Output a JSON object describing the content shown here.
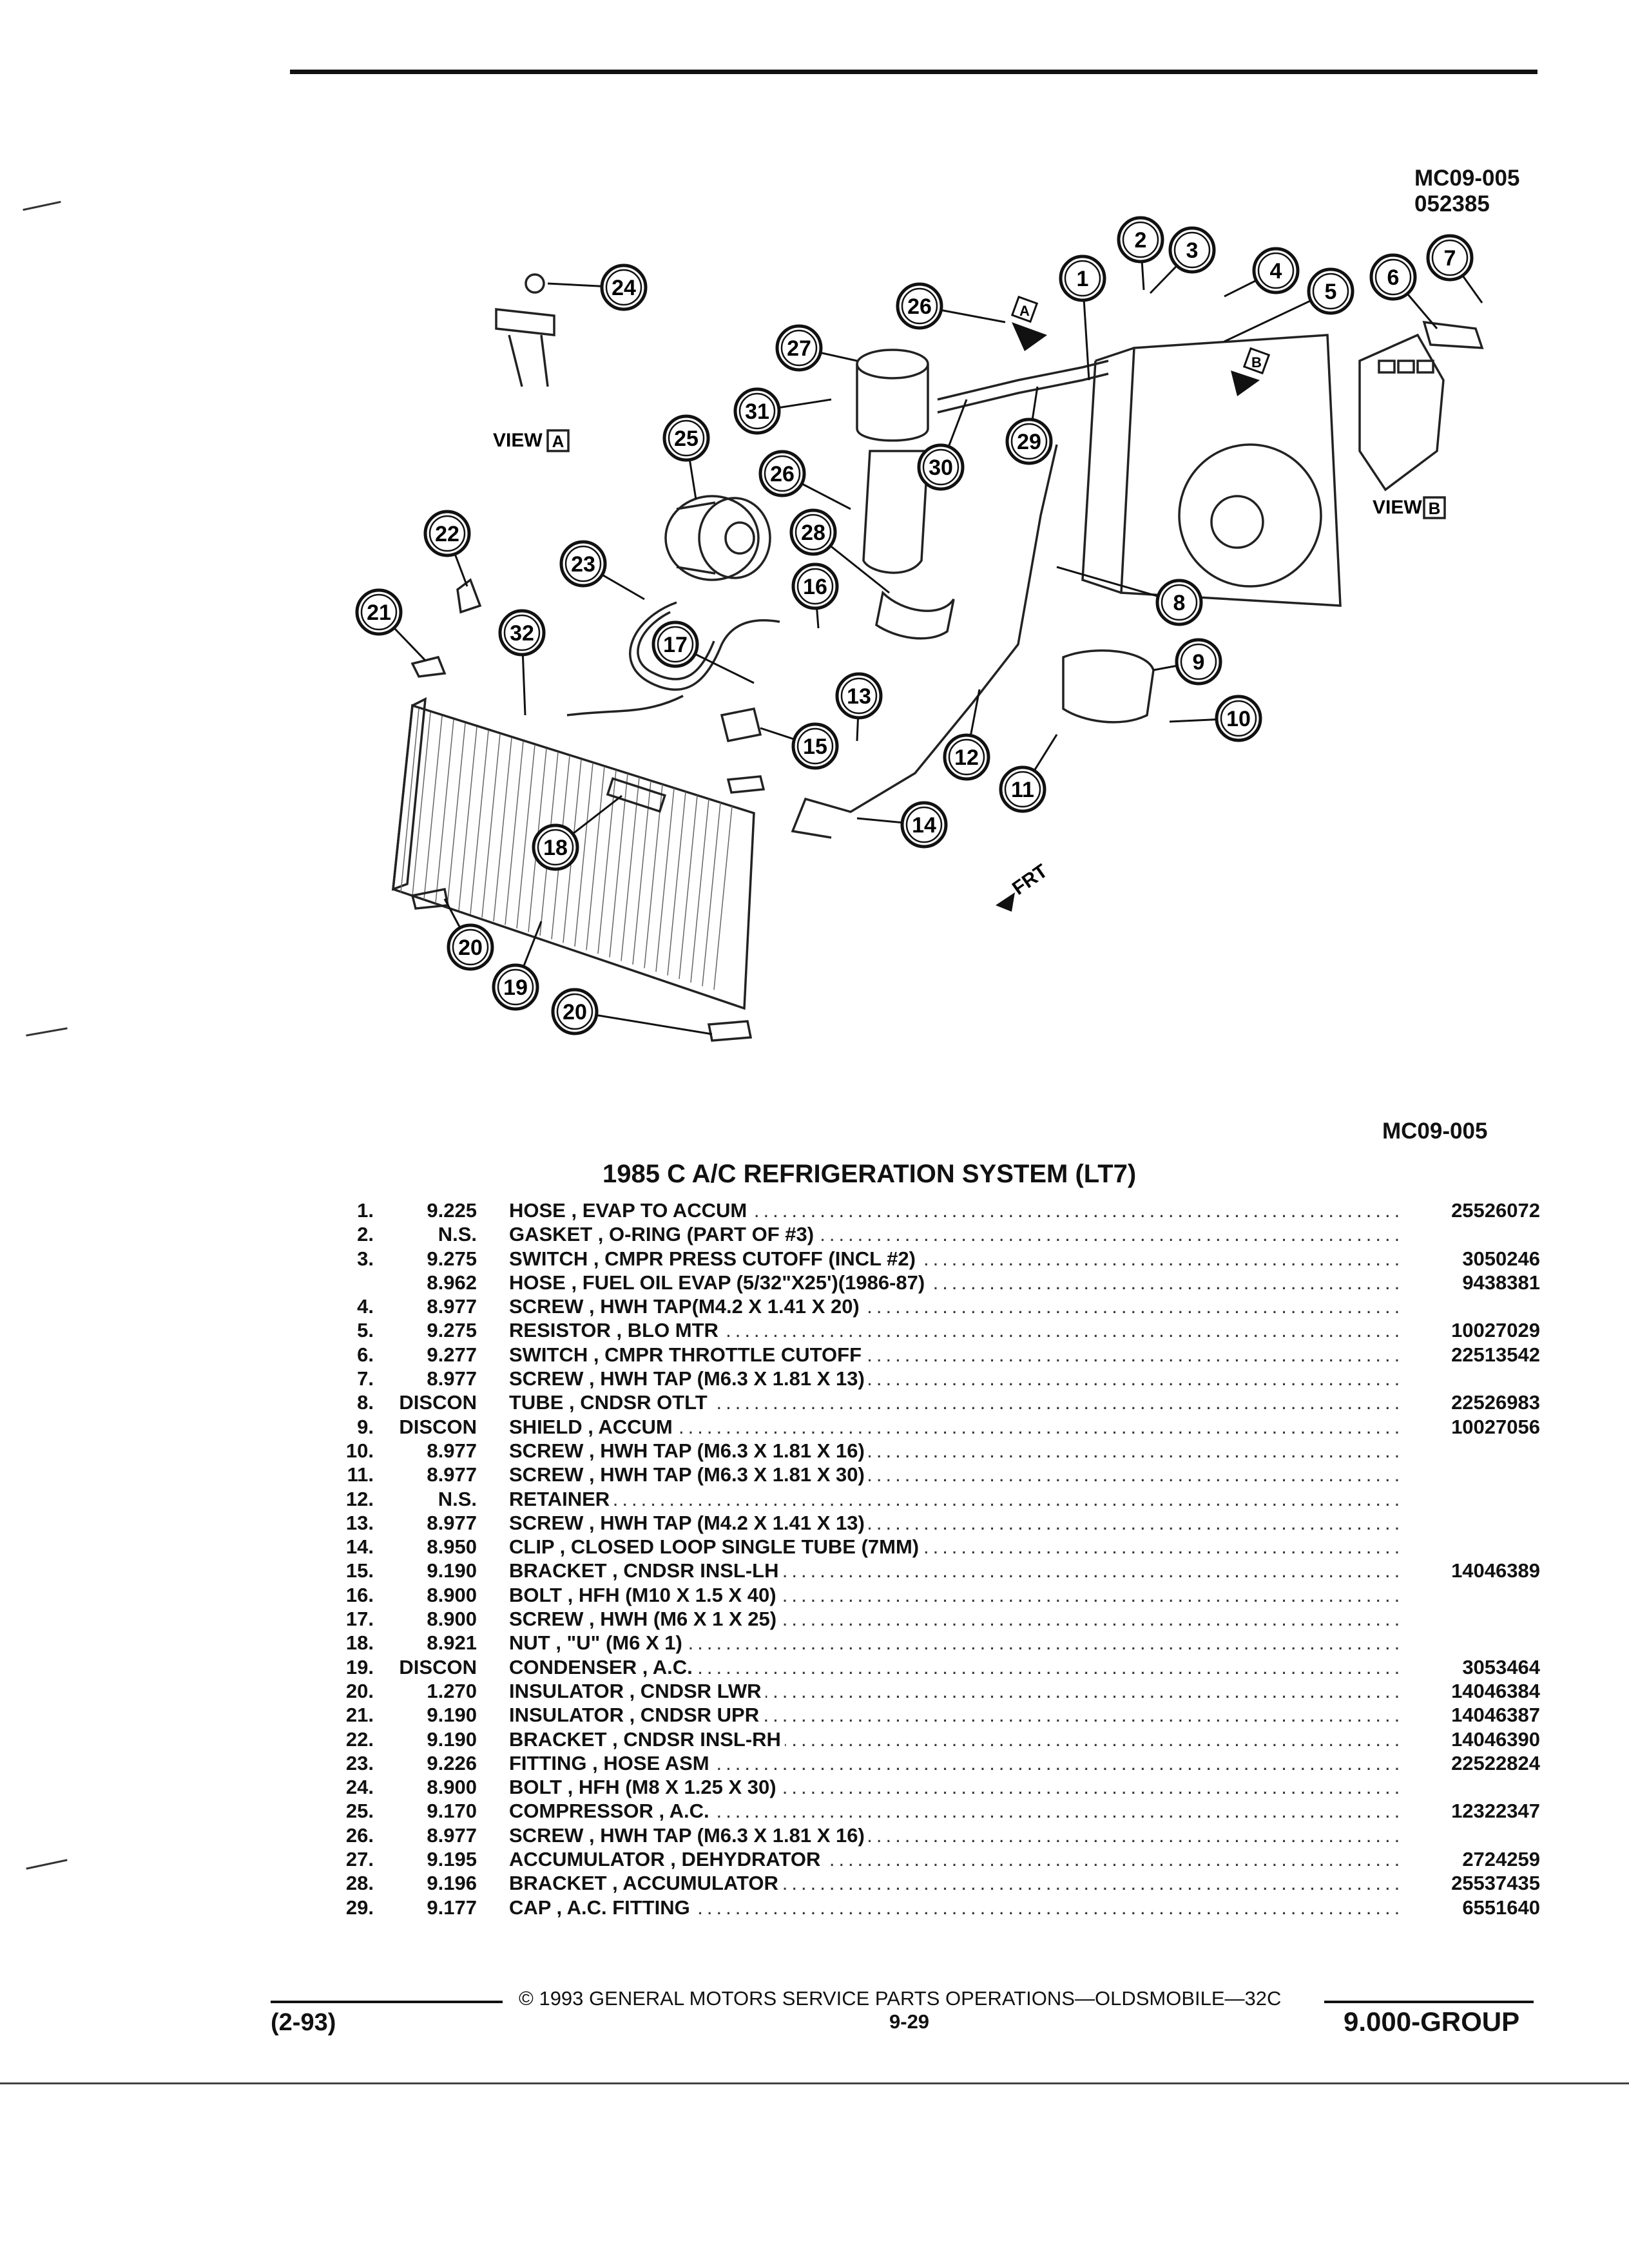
{
  "header": {
    "ref_code_top": "MC09-005",
    "ref_date": "052385",
    "ref_code_bottom": "MC09-005"
  },
  "diagram": {
    "view_a_label": "VIEW",
    "view_a_letter": "A",
    "view_b_label": "VIEW",
    "view_b_letter": "B",
    "front_label": "FRT",
    "arrow_a_letter": "A",
    "arrow_b_letter": "B"
  },
  "section_title": "1985 C A/C REFRIGERATION SYSTEM (LT7)",
  "parts": [
    {
      "num": "1.",
      "group": "9.225",
      "desc": "HOSE , EVAP TO ACCUM",
      "part_no": "25526072"
    },
    {
      "num": "2.",
      "group": "N.S.",
      "desc": "GASKET , O-RING (PART OF #3)",
      "part_no": ""
    },
    {
      "num": "3.",
      "group": "9.275",
      "desc": "SWITCH , CMPR PRESS CUTOFF (INCL #2)",
      "part_no": "3050246"
    },
    {
      "num": "",
      "group": "8.962",
      "desc": "HOSE , FUEL OIL EVAP (5/32\"X25')(1986-87)",
      "part_no": "9438381"
    },
    {
      "num": "4.",
      "group": "8.977",
      "desc": "SCREW , HWH TAP(M4.2 X 1.41 X 20)",
      "part_no": ""
    },
    {
      "num": "5.",
      "group": "9.275",
      "desc": "RESISTOR , BLO MTR",
      "part_no": "10027029"
    },
    {
      "num": "6.",
      "group": "9.277",
      "desc": "SWITCH , CMPR THROTTLE CUTOFF",
      "part_no": "22513542"
    },
    {
      "num": "7.",
      "group": "8.977",
      "desc": "SCREW , HWH TAP (M6.3 X 1.81 X 13)",
      "part_no": ""
    },
    {
      "num": "8.",
      "group": "DISCON",
      "desc": "TUBE , CNDSR OTLT",
      "part_no": "22526983"
    },
    {
      "num": "9.",
      "group": "DISCON",
      "desc": "SHIELD , ACCUM",
      "part_no": "10027056"
    },
    {
      "num": "10.",
      "group": "8.977",
      "desc": "SCREW , HWH TAP (M6.3 X 1.81 X 16)",
      "part_no": ""
    },
    {
      "num": "11.",
      "group": "8.977",
      "desc": "SCREW , HWH TAP (M6.3 X 1.81 X 30)",
      "part_no": ""
    },
    {
      "num": "12.",
      "group": "N.S.",
      "desc": "RETAINER",
      "part_no": ""
    },
    {
      "num": "13.",
      "group": "8.977",
      "desc": "SCREW , HWH TAP (M4.2 X 1.41 X 13)",
      "part_no": ""
    },
    {
      "num": "14.",
      "group": "8.950",
      "desc": "CLIP , CLOSED LOOP SINGLE TUBE (7MM)",
      "part_no": ""
    },
    {
      "num": "15.",
      "group": "9.190",
      "desc": "BRACKET , CNDSR INSL-LH",
      "part_no": "14046389"
    },
    {
      "num": "16.",
      "group": "8.900",
      "desc": "BOLT , HFH (M10 X 1.5 X 40)",
      "part_no": ""
    },
    {
      "num": "17.",
      "group": "8.900",
      "desc": "SCREW , HWH (M6 X 1 X 25)",
      "part_no": ""
    },
    {
      "num": "18.",
      "group": "8.921",
      "desc": "NUT , \"U\" (M6 X 1)",
      "part_no": ""
    },
    {
      "num": "19.",
      "group": "DISCON",
      "desc": "CONDENSER , A.C.",
      "part_no": "3053464"
    },
    {
      "num": "20.",
      "group": "1.270",
      "desc": "INSULATOR , CNDSR LWR",
      "part_no": "14046384"
    },
    {
      "num": "21.",
      "group": "9.190",
      "desc": "INSULATOR , CNDSR UPR",
      "part_no": "14046387"
    },
    {
      "num": "22.",
      "group": "9.190",
      "desc": "BRACKET , CNDSR INSL-RH",
      "part_no": "14046390"
    },
    {
      "num": "23.",
      "group": "9.226",
      "desc": "FITTING , HOSE ASM",
      "part_no": "22522824"
    },
    {
      "num": "24.",
      "group": "8.900",
      "desc": "BOLT , HFH (M8 X 1.25 X 30)",
      "part_no": ""
    },
    {
      "num": "25.",
      "group": "9.170",
      "desc": "COMPRESSOR , A.C.",
      "part_no": "12322347"
    },
    {
      "num": "26.",
      "group": "8.977",
      "desc": "SCREW , HWH TAP (M6.3 X 1.81 X 16)",
      "part_no": ""
    },
    {
      "num": "27.",
      "group": "9.195",
      "desc": "ACCUMULATOR , DEHYDRATOR",
      "part_no": "2724259"
    },
    {
      "num": "28.",
      "group": "9.196",
      "desc": "BRACKET , ACCUMULATOR",
      "part_no": "25537435"
    },
    {
      "num": "29.",
      "group": "9.177",
      "desc": "CAP , A.C. FITTING",
      "part_no": "6551640"
    }
  ],
  "footer": {
    "copyright": "© 1993 GENERAL MOTORS SERVICE PARTS OPERATIONS—OLDSMOBILE—32C",
    "date_code": "(2-93)",
    "page_number": "9-29",
    "group": "9.000-GROUP"
  },
  "callouts": [
    "1",
    "2",
    "3",
    "4",
    "5",
    "6",
    "7",
    "8",
    "9",
    "10",
    "11",
    "12",
    "13",
    "14",
    "15",
    "16",
    "17",
    "18",
    "19",
    "20",
    "20",
    "21",
    "22",
    "23",
    "24",
    "25",
    "26",
    "26",
    "27",
    "28",
    "29",
    "30",
    "31",
    "32"
  ]
}
